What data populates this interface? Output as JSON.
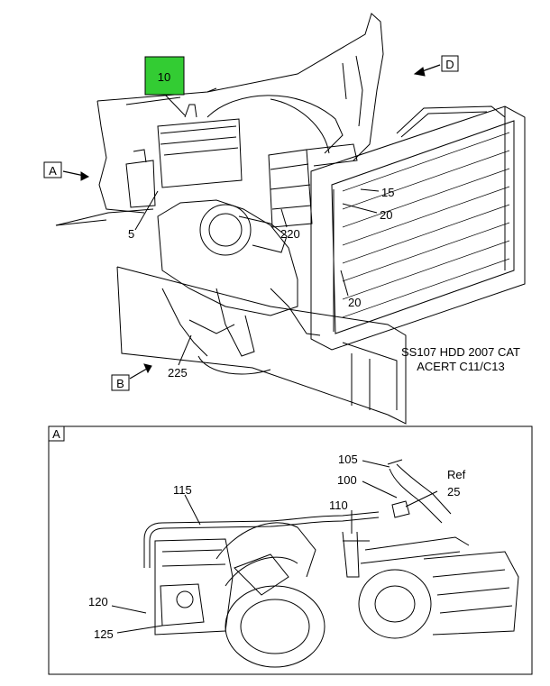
{
  "main_view": {
    "callouts": {
      "c10": "10",
      "c5": "5",
      "c15": "15",
      "c20a": "20",
      "c20b": "20",
      "c220": "220",
      "c225": "225"
    },
    "view_refs": {
      "a": "A",
      "b": "B",
      "d": "D"
    },
    "caption_line1": "SS107 HDD 2007 CAT",
    "caption_line2": "ACERT C11/C13",
    "highlight_color": "#33cc33"
  },
  "detail_a": {
    "tag": "A",
    "callouts": {
      "c105": "105",
      "c100": "100",
      "ref": "Ref",
      "c25": "25",
      "c115": "115",
      "c110": "110",
      "c120": "120",
      "c125": "125"
    }
  }
}
